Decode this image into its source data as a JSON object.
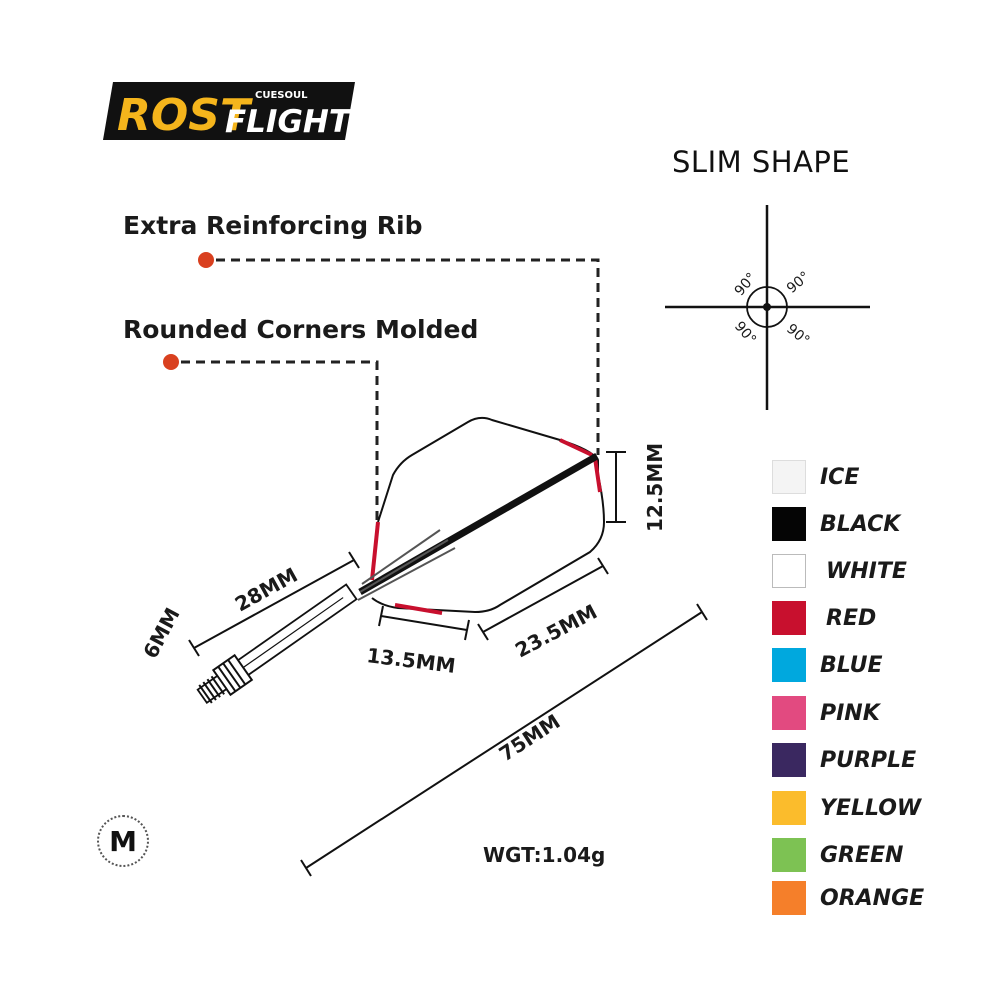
{
  "brand": {
    "name": "ROST",
    "sub_brand": "CUESOUL",
    "product": "FLIGHTS",
    "colors": {
      "name": "#f5b51c",
      "product": "#ffffff",
      "background": "#111111"
    }
  },
  "callouts": {
    "rib": "Extra Reinforcing Rib",
    "corners": "Rounded Corners Molded",
    "dot_color": "#d9401f"
  },
  "shape": {
    "title": "SLIM SHAPE",
    "angles": [
      "90°",
      "90°",
      "90°",
      "90°"
    ]
  },
  "dimensions": {
    "height": "12.5MM",
    "front_length": "28MM",
    "thread": "6MM",
    "root": "13.5MM",
    "edge": "23.5MM",
    "total": "75MM"
  },
  "size_badge": "M",
  "weight": "WGT:1.04g",
  "colors": [
    {
      "name": "ICE",
      "hex": "#f4f4f4",
      "border": "#dddddd"
    },
    {
      "name": "BLACK",
      "hex": "#050505",
      "border": "#050505"
    },
    {
      "name": "WHITE",
      "hex": "#ffffff",
      "border": "#bbbbbb"
    },
    {
      "name": "RED",
      "hex": "#c8102e",
      "border": "#c8102e"
    },
    {
      "name": "BLUE",
      "hex": "#00a8de",
      "border": "#00a8de"
    },
    {
      "name": "PINK",
      "hex": "#e24a80",
      "border": "#e24a80"
    },
    {
      "name": "PURPLE",
      "hex": "#3a2860",
      "border": "#3a2860"
    },
    {
      "name": "YELLOW",
      "hex": "#fbbc2c",
      "border": "#fbbc2c"
    },
    {
      "name": "GREEN",
      "hex": "#7dc253",
      "border": "#7dc253"
    },
    {
      "name": "ORANGE",
      "hex": "#f57f2a",
      "border": "#f57f2a"
    }
  ]
}
